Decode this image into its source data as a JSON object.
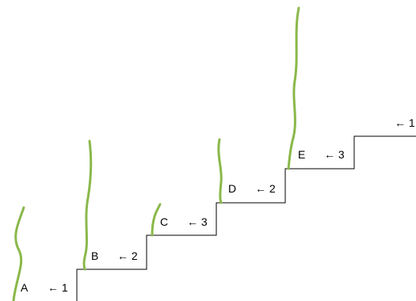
{
  "colors": {
    "background": "#ffffff",
    "stairs": "#000000",
    "vine": "#8ab84a"
  },
  "steps": [
    {
      "letter": "A",
      "arrow": "← 1"
    },
    {
      "letter": "B",
      "arrow": "← 2"
    },
    {
      "letter": "C",
      "arrow": "← 3"
    },
    {
      "letter": "D",
      "arrow": "← 2"
    },
    {
      "letter": "E",
      "arrow": "← 3"
    },
    {
      "letter": "",
      "arrow": "← 1"
    }
  ]
}
